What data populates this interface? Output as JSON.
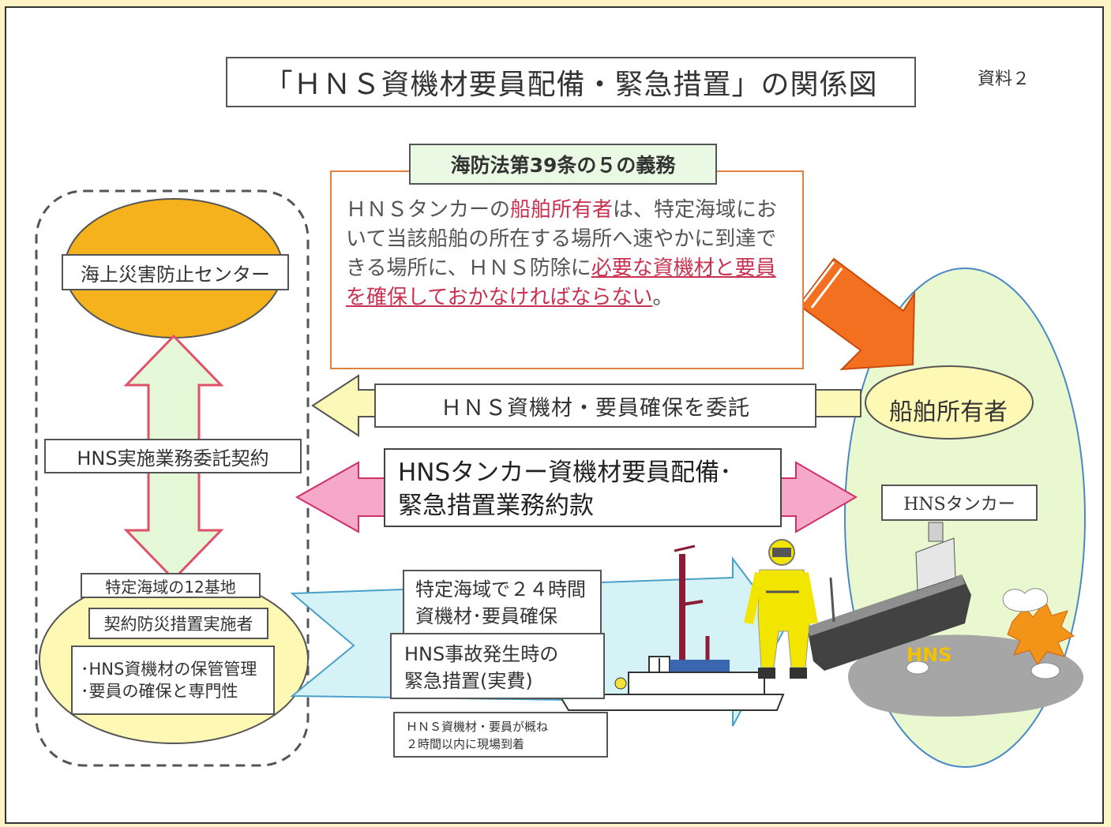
{
  "title": "「ＨＮＳ資機材要員配備・緊急措置」の関係図",
  "doc_label": "資料２",
  "law": {
    "title": "海防法第39条の５の義務",
    "body_part1": "ＨＮＳタンカーの",
    "body_highlight": "船舶所有者",
    "body_part2": "は、特定海域において当該船舶の所在する場所へ速やかに到達できる場所に、ＨＮＳ防除に",
    "body_underlined": "必要な資機材と要員を確保しておかなければならない",
    "body_end": "。"
  },
  "center": {
    "label": "海上災害防止センター"
  },
  "contract": {
    "label": "HNS実施業務委託契約"
  },
  "bases": {
    "label": "特定海域の12基地",
    "implementer": "契約防災措置実施者",
    "duty1": "･HNS資機材の保管管理",
    "duty2": "･要員の確保と専門性"
  },
  "consign": {
    "label": "ＨＮＳ資機材・要員確保を委託"
  },
  "agreement": {
    "line1": "HNSタンカー資機材要員配備･",
    "line2": "緊急措置業務約款"
  },
  "owner": {
    "label": "船舶所有者"
  },
  "tanker": {
    "label": "HNSタンカー"
  },
  "response": {
    "line1": "特定海域で２４時間",
    "line2": "資機材･要員確保",
    "emergency1": "HNS事故発生時の",
    "emergency2": "緊急措置(実費)",
    "arrive1": "ＨＮＳ資機材・要員が概ね",
    "arrive2": "２時間以内に現場到着"
  },
  "hns_label": "HNS",
  "colors": {
    "orange_ellipse": "#f6b21c",
    "yellow_ellipse": "#fdf8b4",
    "owner_ellipse_fill": "#e9f8cf",
    "big_arrow": "#f37021",
    "up_down_arrow": "#e4f8d8",
    "pink_arrow": "#f6a8c9",
    "cyan_arrow": "#d5f3f6",
    "yellow_arrow": "#fbf8b8",
    "spill": "#a6a6a6"
  }
}
